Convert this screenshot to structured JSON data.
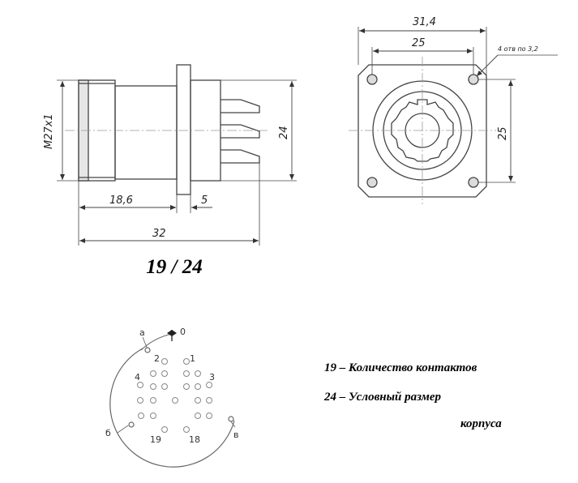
{
  "side_view": {
    "thread_label": "M27x1",
    "dim_height": "24",
    "dim_front": "18,6",
    "dim_flange": "5",
    "dim_total": "32"
  },
  "front_view": {
    "dim_overall_width": "31,4",
    "dim_hole_spacing_h": "25",
    "dim_hole_spacing_v": "25",
    "holes_note": "4 отв по 3,2"
  },
  "caption": "19 / 24",
  "contact_layout": {
    "key_label": "0",
    "arc_label_a": "а",
    "arc_label_b": "б",
    "arc_label_v": "в",
    "pin_labels": [
      "2",
      "1",
      "4",
      "3",
      "19",
      "18"
    ]
  },
  "legend": {
    "line1": "19 – Количество контактов",
    "line2": "24 – Условный размер",
    "line3": "корпуса"
  }
}
